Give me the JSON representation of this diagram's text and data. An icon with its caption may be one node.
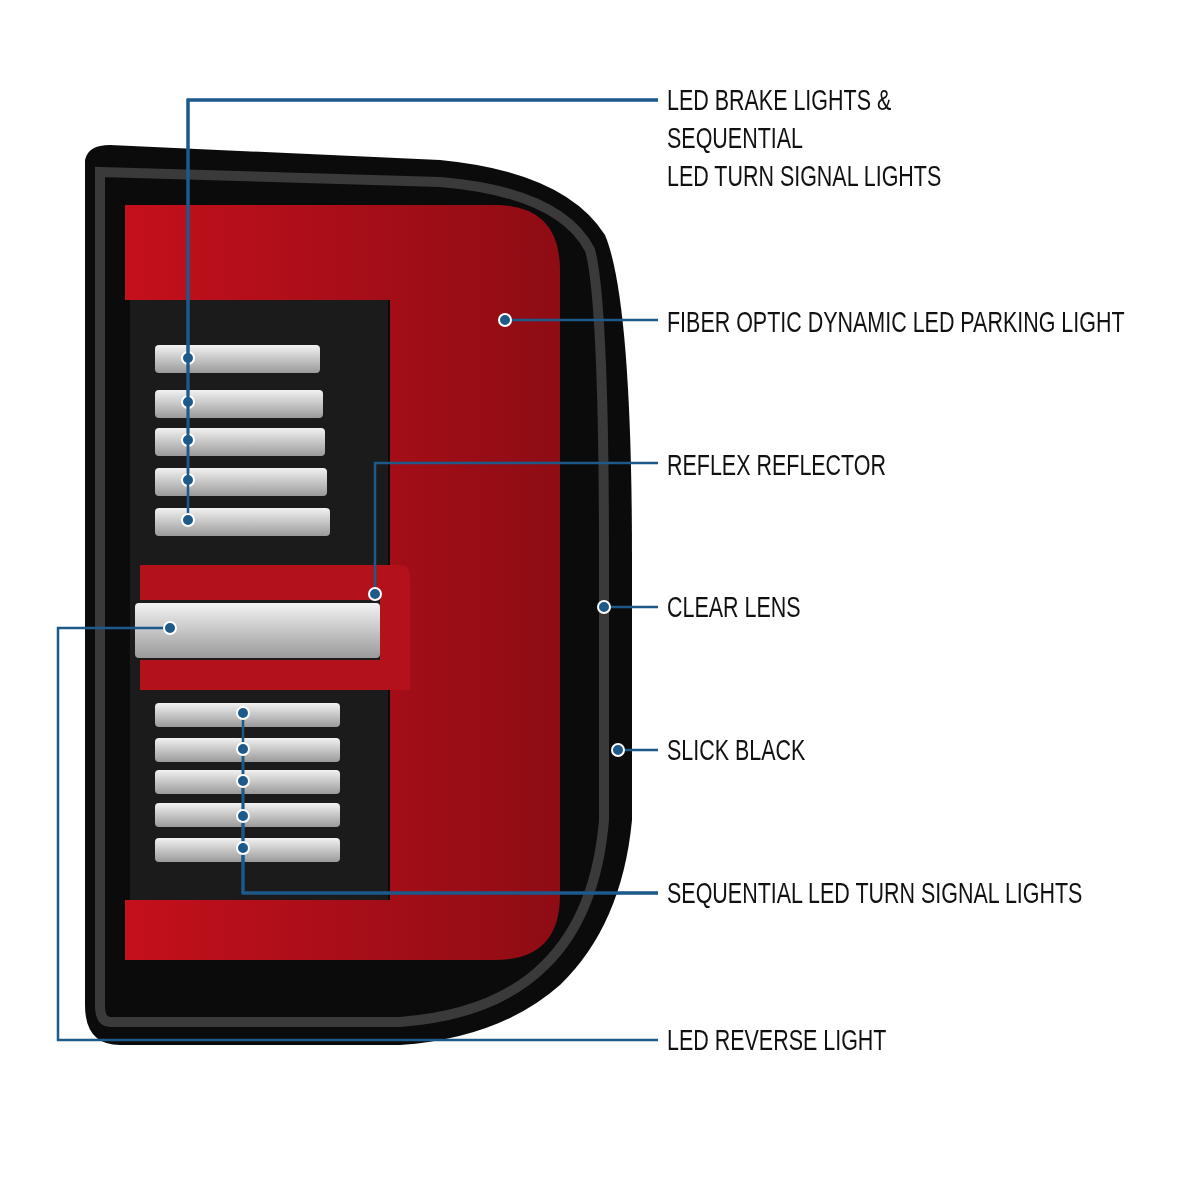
{
  "diagram": {
    "nodes": [
      {
        "text": [
          "LED BRAKE LIGHTS & SEQUENTIAL LED TURN SIGNAL LIGHTS"
        ]
      },
      {
        "text": [
          "FIBER OPTIC DYNAMIC LED PARKING LIGHT"
        ]
      },
      {
        "text": [
          "REFLEX REFLECTOR"
        ]
      },
      {
        "text": [
          "CLEAR LENS"
        ]
      },
      {
        "text": [
          "SLICK BLACK"
        ]
      },
      {
        "text": [
          "SEQUENTIAL LED TURN SIGNAL LIGHTS"
        ]
      },
      {
        "text": [
          "LED REVERSE LIGHT"
        ]
      },
      {
        "text": [],
        "shape": "bar",
        "in": 14
      },
      {
        "text": [],
        "shape": "bar",
        "in": 14
      },
      {
        "text": [],
        "shape": "bar",
        "in": 14
      },
      {
        "text": [],
        "shape": "bar",
        "in": 14
      },
      {
        "text": [],
        "shape": "bar",
        "in": 14
      },
      {
        "text": [],
        "shape": "picture",
        "in": 14
      },
      {
        "text": [],
        "shape": "picture",
        "in": 14
      },
      {
        "text": [],
        "shape": "picture"
      },
      {
        "text": [],
        "shape": "picture"
      },
      {
        "text": [],
        "shape": "bar",
        "in": 14
      },
      {
        "text": [],
        "shape": "bar",
        "in": 14
      },
      {
        "text": [],
        "shape": "bar",
        "in": 14
      },
      {
        "text": [],
        "shape": "bar",
        "in": 14
      },
      {
        "text": [],
        "shape": "bar",
        "in": 14
      },
      {
        "text": [],
        "shape": "bar",
        "in": 14
      }
    ],
    "edges": [
      {
        "from": 0,
        "to": 7,
        "arrow": "other"
      },
      {
        "from": 0,
        "to": 8,
        "arrow": "other"
      },
      {
        "from": 0,
        "to": 9,
        "arrow": "other"
      },
      {
        "from": 0,
        "to": 10,
        "arrow": "other"
      },
      {
        "from": 0,
        "to": 11,
        "arrow": "other"
      },
      {
        "from": 1,
        "to": 12,
        "arrow": "other"
      },
      {
        "from": 2,
        "to": 13,
        "arrow": "other"
      },
      {
        "from": 3,
        "to": 14,
        "arrow": "other"
      },
      {
        "from": 4,
        "to": 15,
        "arrow": "other"
      },
      {
        "from": 5,
        "to": 16,
        "arrow": "other"
      },
      {
        "from": 5,
        "to": 17,
        "arrow": "other"
      },
      {
        "from": 5,
        "to": 18,
        "arrow": "other"
      },
      {
        "from": 5,
        "to": 19,
        "arrow": "other"
      },
      {
        "from": 5,
        "to": 20,
        "arrow": "other"
      },
      {
        "from": 6,
        "to": 21,
        "arrow": "other"
      }
    ]
  }
}
